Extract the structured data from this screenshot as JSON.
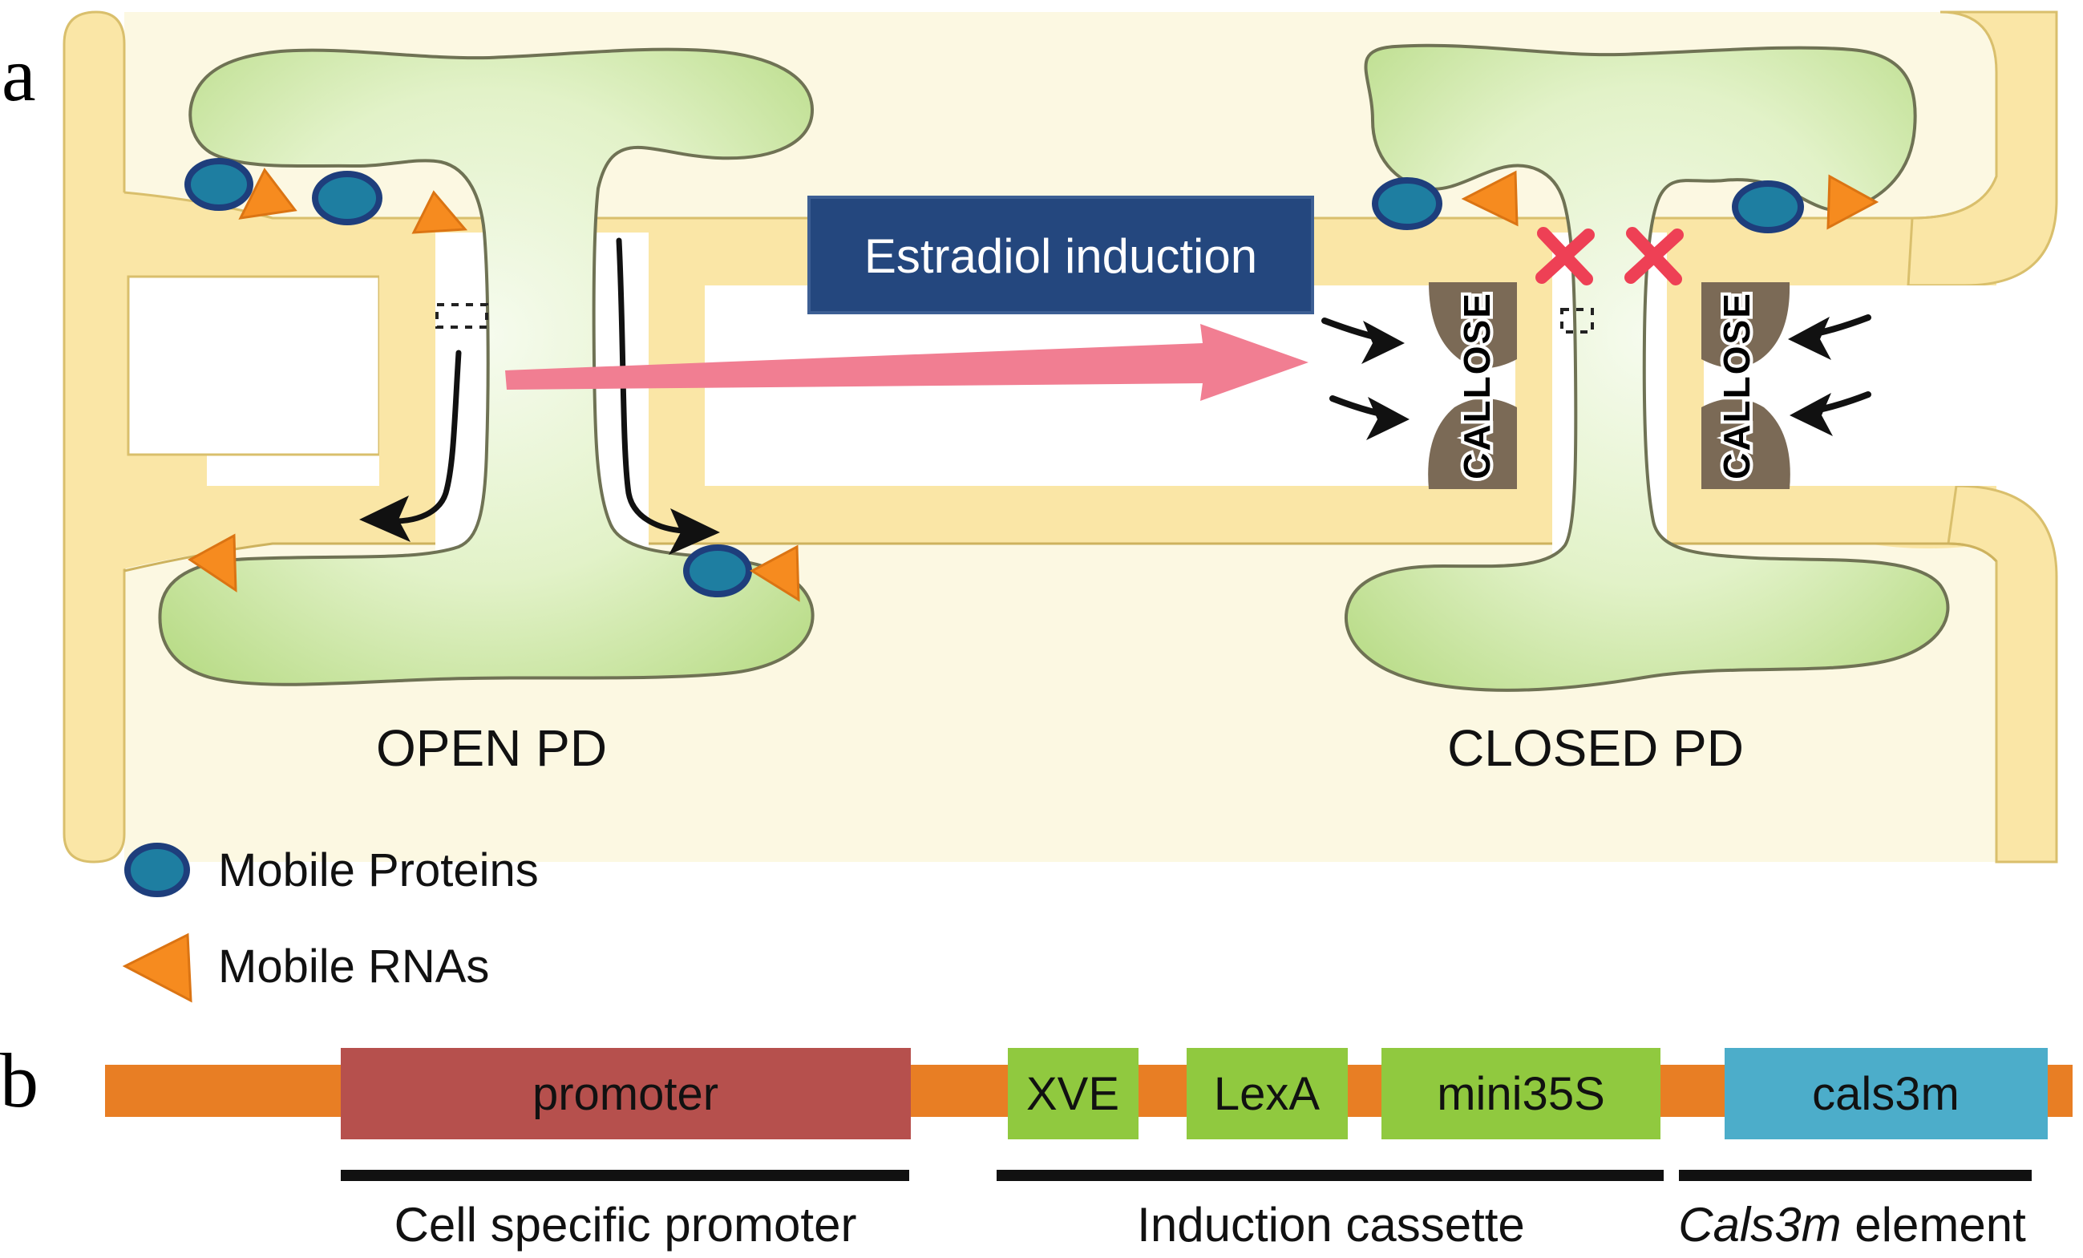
{
  "panel_a": {
    "letter": "a",
    "open_pd_label": "OPEN PD",
    "closed_pd_label": "CLOSED PD",
    "induction_box": {
      "label": "Estradiol induction",
      "color": "#24477e",
      "text_color": "#ffffff"
    },
    "callose_label": "CALLOSE",
    "colors": {
      "cell_wall_yellow": "#fae6a6",
      "wall_edge": "#d9bf6c",
      "cytoplasm_cream": "#fcf8e2",
      "pd_green_edge": "#b9dc88",
      "pd_green_center": "#f3fae9",
      "mobile_protein_fill": "#1e7ea1",
      "mobile_protein_stroke": "#1e3e7c",
      "mobile_rna_orange": "#f68b1f",
      "callose_brown": "#7b6a56",
      "block_x_red": "#ee4055",
      "induction_arrow_pink": "#f17e92"
    },
    "legend": [
      {
        "symbol": "mobile-protein-circle",
        "label": "Mobile Proteins"
      },
      {
        "symbol": "mobile-rna-triangle",
        "label": "Mobile RNAs"
      }
    ]
  },
  "panel_b": {
    "letter": "b",
    "backbone_color": "#e87e24",
    "segments": [
      {
        "name": "promoter",
        "color": "#b6504d"
      },
      {
        "name": "XVE",
        "color": "#90c93f"
      },
      {
        "name": "LexA",
        "color": "#90c93f"
      },
      {
        "name": "mini35S",
        "color": "#90c93f"
      },
      {
        "name": "cals3m",
        "color": "#4cadca"
      }
    ],
    "group_labels": {
      "cell_specific_promoter": "Cell specific promoter",
      "induction_cassette": "Induction cassette",
      "cals3m_italic": "Cals3m",
      "cals3m_rest": " element"
    }
  }
}
